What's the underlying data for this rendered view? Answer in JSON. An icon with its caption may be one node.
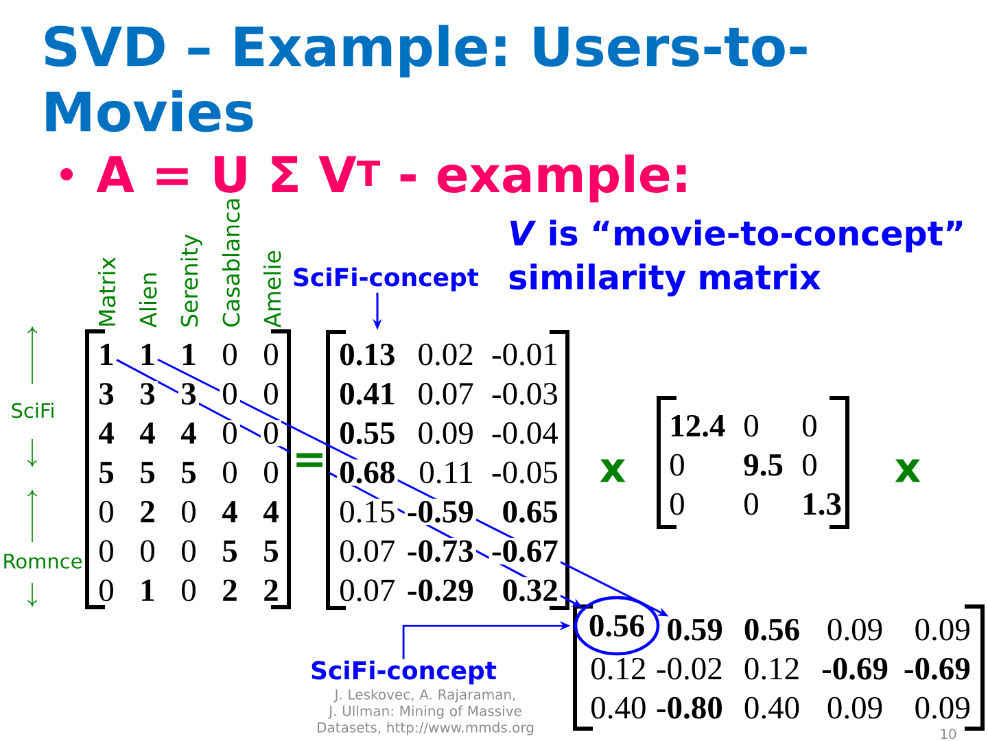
{
  "diagram": {
    "title": "SVD – Example: Users-to-Movies",
    "nodes": [
      {
        "text": [
          "SciFi-concept"
        ]
      },
      {
        "text": [],
        "shape": "bracket"
      },
      {
        "text": [
          "1"
        ],
        "in": 1
      },
      {
        "text": [
          "1"
        ],
        "in": 1
      },
      {
        "text": [
          "1"
        ],
        "in": 1
      },
      {
        "text": [
          "0"
        ],
        "in": 1
      },
      {
        "text": [
          "0"
        ],
        "in": 1
      },
      {
        "text": [
          "3"
        ],
        "in": 1
      },
      {
        "text": [
          "3"
        ],
        "in": 1
      },
      {
        "text": [
          "3"
        ],
        "in": 1
      },
      {
        "text": [
          "0"
        ],
        "in": 1
      },
      {
        "text": [
          "0"
        ],
        "in": 1
      },
      {
        "text": [
          "4"
        ],
        "in": 1
      },
      {
        "text": [
          "4"
        ],
        "in": 1
      },
      {
        "text": [
          "4"
        ],
        "in": 1
      },
      {
        "text": [
          "0"
        ],
        "in": 1
      },
      {
        "text": [
          "0"
        ],
        "in": 1
      },
      {
        "text": [
          "5"
        ],
        "in": 1
      },
      {
        "text": [
          "5"
        ],
        "in": 1
      },
      {
        "text": [
          "5"
        ],
        "in": 1
      },
      {
        "text": [
          "0"
        ],
        "in": 1
      },
      {
        "text": [
          "0"
        ],
        "in": 1
      },
      {
        "text": [
          "0"
        ],
        "in": 1
      },
      {
        "text": [
          "2"
        ],
        "in": 1
      },
      {
        "text": [
          "0"
        ],
        "in": 1
      },
      {
        "text": [
          "4"
        ],
        "in": 1
      },
      {
        "text": [
          "4"
        ],
        "in": 1
      },
      {
        "text": [
          "0"
        ],
        "in": 1
      },
      {
        "text": [
          "0"
        ],
        "in": 1
      },
      {
        "text": [
          "0"
        ],
        "in": 1
      },
      {
        "text": [
          "5"
        ],
        "in": 1
      },
      {
        "text": [
          "5"
        ],
        "in": 1
      },
      {
        "text": [
          "0"
        ],
        "in": 1
      },
      {
        "text": [
          "1"
        ],
        "in": 1
      },
      {
        "text": [
          "0"
        ],
        "in": 1
      },
      {
        "text": [
          "2"
        ],
        "in": 1
      },
      {
        "text": [
          "2"
        ],
        "in": 1
      },
      {
        "text": [],
        "shape": "bracket"
      },
      {
        "text": [
          "0.13"
        ],
        "in": 37
      },
      {
        "text": [
          "0.02"
        ],
        "in": 37
      },
      {
        "text": [
          "-0.01"
        ],
        "in": 37
      },
      {
        "text": [
          "0.41"
        ],
        "in": 37
      },
      {
        "text": [
          "0.07"
        ],
        "in": 37
      },
      {
        "text": [
          "-0.03"
        ],
        "in": 37
      },
      {
        "text": [
          "0.55"
        ],
        "in": 37
      },
      {
        "text": [
          "0.09"
        ],
        "in": 37
      },
      {
        "text": [
          "-0.04"
        ],
        "in": 37
      },
      {
        "text": [
          "0.68"
        ],
        "in": 37
      },
      {
        "text": [
          "0.11"
        ],
        "in": 37
      },
      {
        "text": [
          "-0.05"
        ],
        "in": 37
      },
      {
        "text": [
          "0.15"
        ],
        "in": 37
      },
      {
        "text": [
          "-0.59"
        ],
        "in": 37
      },
      {
        "text": [
          "0.65"
        ],
        "in": 37
      },
      {
        "text": [
          "0.07"
        ],
        "in": 37
      },
      {
        "text": [
          "-0.73"
        ],
        "in": 37
      },
      {
        "text": [
          "-0.67"
        ],
        "in": 37
      },
      {
        "text": [
          "0.07"
        ],
        "in": 37
      },
      {
        "text": [
          "-0.29"
        ],
        "in": 37
      },
      {
        "text": [
          "0.32"
        ],
        "in": 37
      },
      {
        "text": [],
        "shape": "bracket"
      },
      {
        "text": [
          "12.4"
        ],
        "in": 59
      },
      {
        "text": [
          "0"
        ],
        "in": 59
      },
      {
        "text": [
          "0"
        ],
        "in": 59
      },
      {
        "text": [
          "0"
        ],
        "in": 59
      },
      {
        "text": [
          "9.5"
        ],
        "in": 59
      },
      {
        "text": [
          "0"
        ],
        "in": 59
      },
      {
        "text": [
          "0"
        ],
        "in": 59
      },
      {
        "text": [
          "0"
        ],
        "in": 59
      },
      {
        "text": [
          "1.3"
        ],
        "in": 59
      },
      {
        "text": [],
        "shape": "bracket"
      },
      {
        "text": [
          "0.56"
        ],
        "in": 69
      },
      {
        "text": [
          "0.59"
        ],
        "in": 69
      },
      {
        "text": [
          "0.56"
        ],
        "in": 69
      },
      {
        "text": [
          "0.09"
        ],
        "in": 69
      },
      {
        "text": [
          "0.09"
        ],
        "in": 69
      },
      {
        "text": [
          "0.12"
        ],
        "in": 69
      },
      {
        "text": [
          "-0.02"
        ],
        "in": 69
      },
      {
        "text": [
          "0.12"
        ],
        "in": 69
      },
      {
        "text": [
          "-0.69"
        ],
        "in": 69
      },
      {
        "text": [
          "-0.69"
        ],
        "in": 69
      },
      {
        "text": [
          "0.40"
        ],
        "in": 69
      },
      {
        "text": [
          "-0.80"
        ],
        "in": 69
      },
      {
        "text": [
          "0.40"
        ],
        "in": 69
      },
      {
        "text": [
          "0.09"
        ],
        "in": 69
      },
      {
        "text": [
          "0.09"
        ],
        "in": 69
      },
      {
        "text": [
          "SciFi-concept"
        ]
      }
    ],
    "edges": [
      {
        "from": 0,
        "to": 37,
        "arrow": "to"
      },
      {
        "from": 2,
        "to": 70,
        "arrow": "to"
      },
      {
        "from": 3,
        "to": 71,
        "arrow": "to"
      },
      {
        "from": 85,
        "to": 70,
        "arrow": "to"
      }
    ],
    "labels": [
      "A = U Σ V$^{T}$ - example:",
      "*V* is “movie-to-concept” similarity matrix",
      "Matrix",
      "Alien",
      "Serenity",
      "Casablanca",
      "Amelie",
      "SciFi",
      "Romnce",
      "=",
      "x",
      "x",
      "J. Leskovec, A. Rajaraman, J. Ullman: Mining of Massive Datasets, http://www.mmds.org",
      "10"
    ]
  }
}
